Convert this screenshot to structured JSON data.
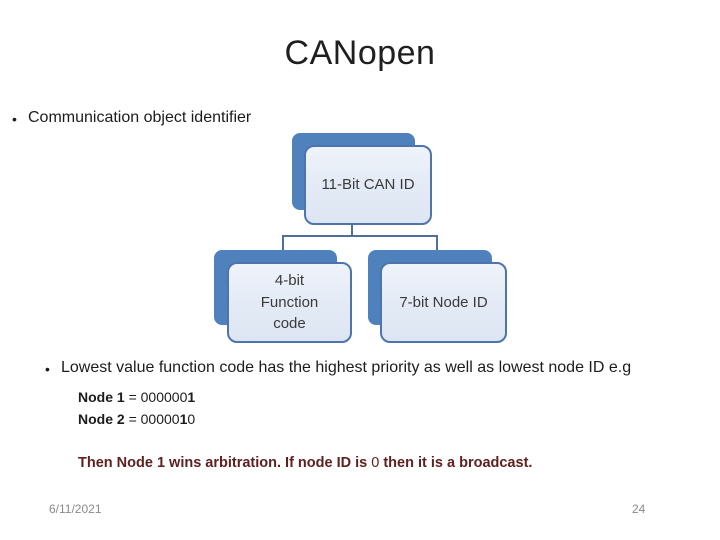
{
  "slide": {
    "title": "CANopen",
    "bullet_glyph": "•",
    "bullet1": "Communication object identifier",
    "bullet2": "Lowest value function code has the highest priority as well as lowest node ID e.g",
    "diagram": {
      "root_label": "11-Bit CAN ID",
      "child1_label": "4-bit\nFunction\ncode",
      "child2_label": "7-bit Node ID"
    },
    "examples": {
      "node1": {
        "name": "Node 1",
        "eq": " = 000000",
        "emph": "1",
        "rest": ""
      },
      "node2": {
        "name": "Node 2",
        "eq": " = 00000",
        "emph": "1",
        "rest": "0"
      }
    },
    "conclusion": {
      "pre": "Then Node 1 wins arbitration. If node ID is ",
      "zero": "0",
      "post": " then it is a broadcast."
    },
    "footer": {
      "date": "6/11/2021",
      "slide_number": "24"
    },
    "colors": {
      "accent_blue": "#4f81bd",
      "box_border": "#4e74ab",
      "connector": "#4e6f9c",
      "emphasis_maroon": "#5f2120",
      "footer_gray": "#8a8a8a"
    }
  }
}
